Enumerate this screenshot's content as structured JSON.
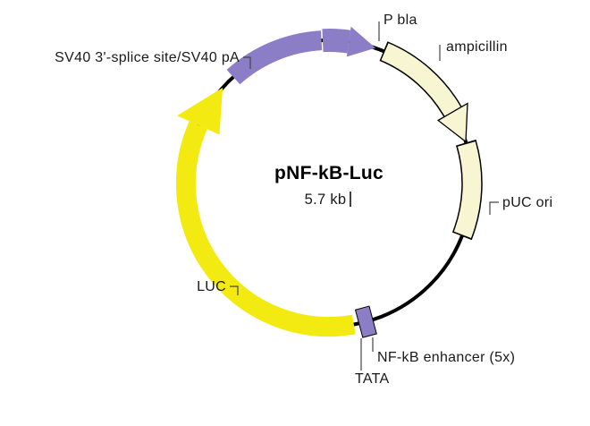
{
  "diagram": {
    "type": "plasmid-map",
    "title": "pNF-kB-Luc",
    "size": "5.7 kb",
    "labels": {
      "p_bla": "P bla",
      "ampicillin": "ampicillin",
      "puc_ori": "pUC ori",
      "nfkb_enhancer": "NF-kB enhancer (5x)",
      "tata": "TATA",
      "luc": "LUC",
      "sv40": "SV40 3'-splice site/SV40 pA"
    },
    "colors": {
      "purple": "#8b7ec6",
      "cream": "#f8f5d2",
      "yellow": "#f3ea12",
      "backbone": "#000000",
      "tick": "#444444",
      "text": "#1a1a1a"
    }
  }
}
